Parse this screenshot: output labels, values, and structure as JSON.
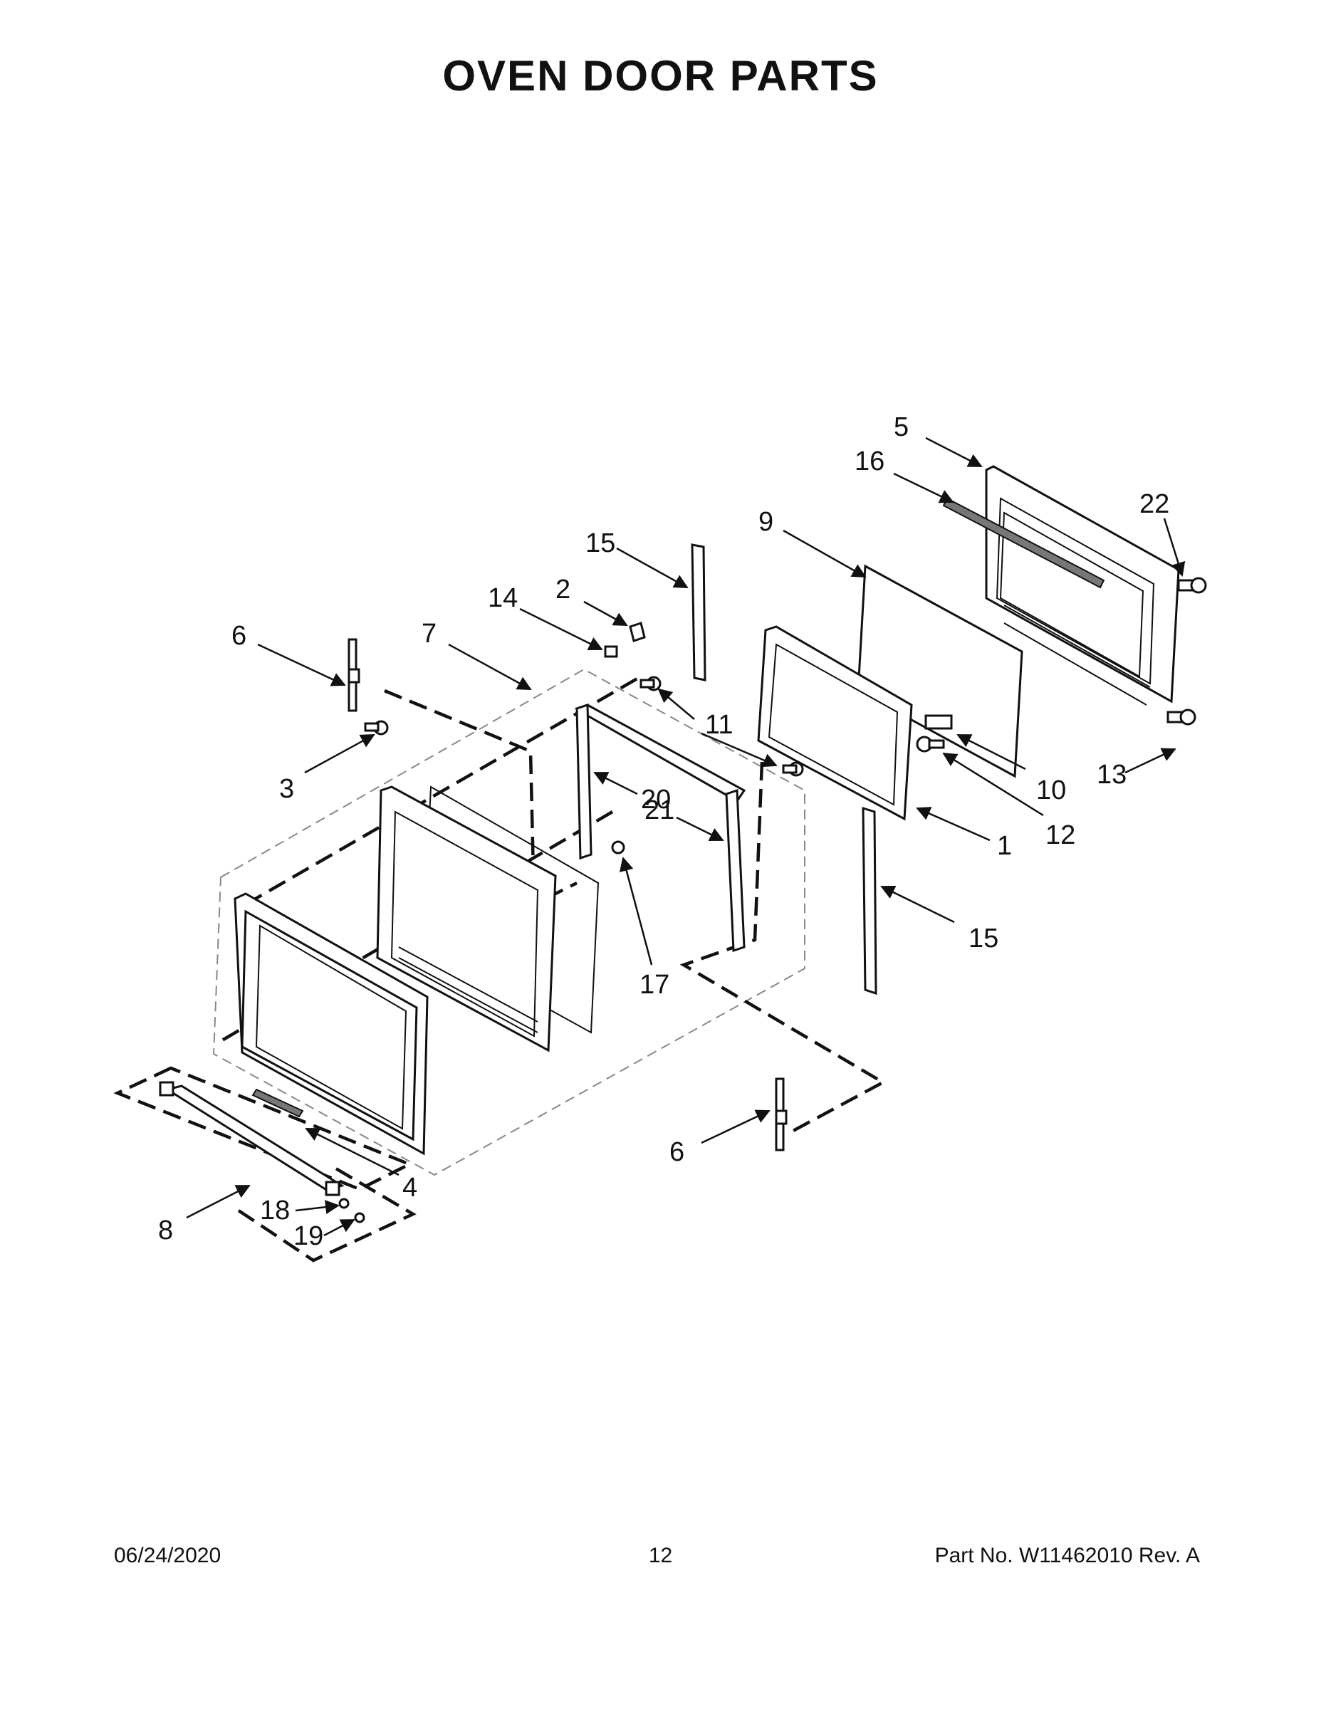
{
  "page": {
    "title": "OVEN DOOR PARTS"
  },
  "footer": {
    "date": "06/24/2020",
    "page_number": "12",
    "part_number": "Part No.  W11462010  Rev.  A"
  },
  "callouts": [
    {
      "id": "5",
      "label": "5"
    },
    {
      "id": "16",
      "label": "16"
    },
    {
      "id": "22",
      "label": "22"
    },
    {
      "id": "9",
      "label": "9"
    },
    {
      "id": "15a",
      "label": "15"
    },
    {
      "id": "2",
      "label": "2"
    },
    {
      "id": "14",
      "label": "14"
    },
    {
      "id": "6a",
      "label": "6"
    },
    {
      "id": "7",
      "label": "7"
    },
    {
      "id": "11",
      "label": "11"
    },
    {
      "id": "3",
      "label": "3"
    },
    {
      "id": "20",
      "label": "20"
    },
    {
      "id": "21",
      "label": "21"
    },
    {
      "id": "10",
      "label": "10"
    },
    {
      "id": "13",
      "label": "13"
    },
    {
      "id": "12",
      "label": "12"
    },
    {
      "id": "1",
      "label": "1"
    },
    {
      "id": "15b",
      "label": "15"
    },
    {
      "id": "17",
      "label": "17"
    },
    {
      "id": "6b",
      "label": "6"
    },
    {
      "id": "4",
      "label": "4"
    },
    {
      "id": "18",
      "label": "18"
    },
    {
      "id": "19",
      "label": "19"
    },
    {
      "id": "8",
      "label": "8"
    }
  ]
}
